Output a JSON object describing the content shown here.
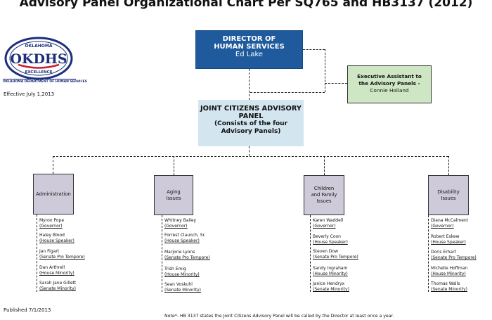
{
  "title": "Advisory Panel Organizational Chart Per SQ765 and HB3137 (2012)",
  "logo": {
    "top_text": "OKLAHOMA",
    "main_text": "OKDHS",
    "bottom_text": "EXCELLENCE",
    "caption": "OKLAHOMA DEPARTMENT OF HUMAN SERVICES",
    "colors": {
      "navy": "#1b2f7a",
      "red": "#c8202f"
    }
  },
  "effective": "Effective July 1,2013",
  "published": "Published 7/1/2013",
  "note": "Note*- HB 3137 states the Joint Citizens Advisory Panel will be called by the Director at least once a year.",
  "director": {
    "title_line1": "DIRECTOR OF",
    "title_line2": "HUMAN SERVICES",
    "name": "Ed Lake",
    "color": "#1e5a9c"
  },
  "assistant": {
    "title_line1": "Executive Assistant to",
    "title_line2": "the Advisory Panels -",
    "name": "Connie Holland",
    "color": "#cfe6c4"
  },
  "joint_panel": {
    "title_line1": "JOINT CITIZENS ADVISORY",
    "title_line2": "PANEL",
    "sub_line1": "(Consists of the four",
    "sub_line2": "Advisory Panels)",
    "color": "#d3e5ef"
  },
  "panels": [
    {
      "label": "Administration",
      "members": [
        {
          "name": "Myron Pope",
          "role": "(Governor)"
        },
        {
          "name": "Haley Blood",
          "role": "(House Speaker)"
        },
        {
          "name": "Jan Figart",
          "role": "(Senate Pro Tempore)"
        },
        {
          "name": "Dan Arthrell",
          "role": "(House Minority)"
        },
        {
          "name": "Sarah Jane Gillett",
          "role": "(Senate Minority)"
        }
      ]
    },
    {
      "label": "Aging\nIssues",
      "members": [
        {
          "name": "Whitney Bailey",
          "role": "(Governor)"
        },
        {
          "name": "Forrest Claunch, Sr.",
          "role": "(House Speaker)"
        },
        {
          "name": "Marjorie Lyons",
          "role": "(Senate Pro Tempore)"
        },
        {
          "name": "Trish Emig",
          "role": "(House Minority)"
        },
        {
          "name": "Sean Voskuhl",
          "role": "(Senate Minority)"
        }
      ]
    },
    {
      "label": "Children\nand Family\nIssues",
      "members": [
        {
          "name": "Karen Waddell",
          "role": "(Governor)"
        },
        {
          "name": "Beverly Coon",
          "role": "(House Speaker)"
        },
        {
          "name": "Steven Dow",
          "role": "(Senate Pro Tempore)"
        },
        {
          "name": "Sandy Ingraham",
          "role": "(House Minority)"
        },
        {
          "name": "Janice Hendryx",
          "role": "(Senate Minority)"
        }
      ]
    },
    {
      "label": "Disability\nIssues",
      "members": [
        {
          "name": "Diana McCalment",
          "role": "(Governor)"
        },
        {
          "name": "Robert Eskew",
          "role": "(House Speaker)"
        },
        {
          "name": "Doris Erhart",
          "role": "(Senate Pro Tempore)"
        },
        {
          "name": "Michelle Hoffman",
          "role": "(House Minority)"
        },
        {
          "name": "Thomas Walls",
          "role": "(Senate Minority)"
        }
      ]
    }
  ]
}
